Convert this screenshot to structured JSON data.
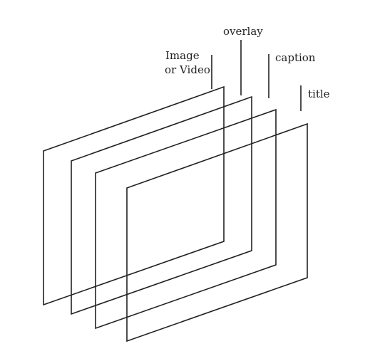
{
  "diagram": {
    "labels": {
      "image_line1": "Image",
      "image_line2": "or Video",
      "overlay": "overlay",
      "caption": "caption",
      "title": "title"
    },
    "layer_order": [
      "Image or Video",
      "overlay",
      "caption",
      "title"
    ],
    "colors": {
      "stroke": "#222222",
      "background": "#ffffff"
    }
  }
}
